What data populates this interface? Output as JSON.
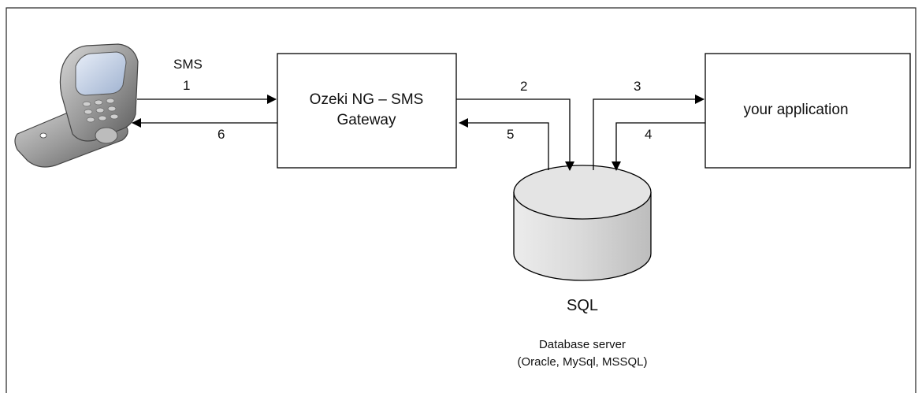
{
  "diagram": {
    "gateway_box": {
      "line1": "Ozeki NG – SMS",
      "line2": "Gateway"
    },
    "app_box": {
      "label": "your application"
    },
    "database": {
      "label": "SQL",
      "caption_line1": "Database server",
      "caption_line2": "(Oracle, MySql, MSSQL)"
    },
    "sms_label": "SMS",
    "steps": {
      "s1": "1",
      "s2": "2",
      "s3": "3",
      "s4": "4",
      "s5": "5",
      "s6": "6"
    },
    "phone": {
      "icon": "mobile-phone-icon"
    },
    "colors": {
      "line": "#000000",
      "phone_body": "#9a9a9a",
      "phone_screen": "#b9c8e0",
      "db_fill": "#d6d6d6"
    }
  }
}
